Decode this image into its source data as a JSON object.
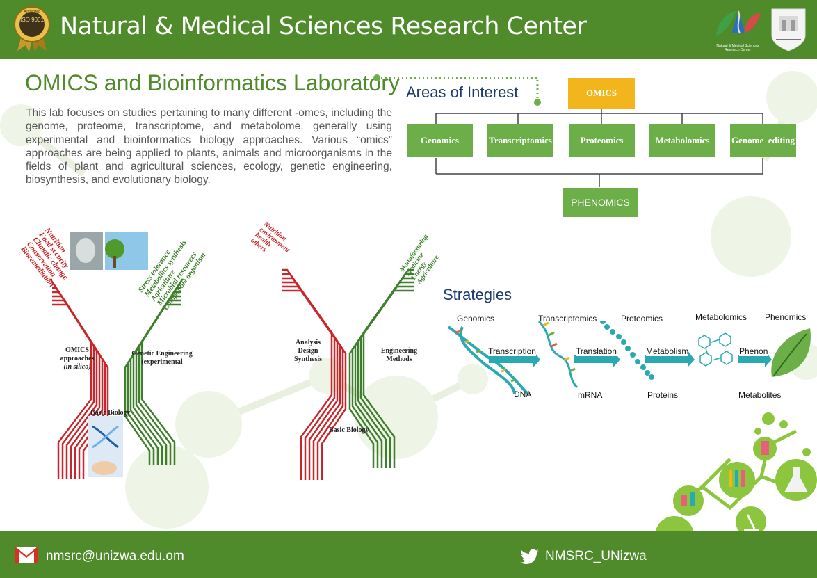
{
  "header": {
    "title": "Natural & Medical Sciences Research Center",
    "iso_badge": "ISO 9001",
    "iso_badge_arc": "Accredited",
    "center_logo_caption": "Natural & Medical Sciences Research Center"
  },
  "lab": {
    "title": "OMICS and Bioinformatics Laboratory",
    "description": "This lab focuses on studies pertaining to many different -omes, including the genome, proteome, transcriptome, and metabolome, generally using experimental and bioinformatics biology approaches. Various “omics” approaches are being applied to plants, animals and microorganisms in the fields of plant and agricultural sciences, ecology, genetic engineering, biosynthesis, and evolutionary biology."
  },
  "areas": {
    "title": "Areas of Interest",
    "root": "OMICS",
    "items": [
      "Genomics",
      "Transcriptomics",
      "Proteomics",
      "Metabolomics",
      "Genome  editing"
    ],
    "bottom": "PHENOMICS"
  },
  "diagram_left": {
    "red_labels": [
      "Nutrition",
      "Food security",
      "Climatic change",
      "Conservation",
      "Bioremediation"
    ],
    "green_labels": [
      "Stress tolerance",
      "Metabolites synthesis",
      "Agriculture",
      "Microbial resources",
      "Compatible organism"
    ],
    "left_arm": [
      "OMICS",
      "approaches",
      "(in silico)"
    ],
    "right_arm": [
      "Genetic Engineering",
      "(experimental"
    ],
    "base": "Basic Biology"
  },
  "diagram_right": {
    "red_labels": [
      "Nutrition",
      "environment",
      "health",
      "others"
    ],
    "green_labels": [
      "Manufacturing",
      "Medicine",
      "Energy",
      "Agriculture"
    ],
    "left_arm": [
      "Analysis",
      "Design",
      "Synthesis"
    ],
    "right_arm": [
      "Engineering",
      "Methods"
    ],
    "base": "Basic Biology"
  },
  "strategies": {
    "title": "Strategies",
    "top_labels": [
      "Genomics",
      "Transcriptomics",
      "Proteomics",
      "Metabolomics",
      "Phenomics"
    ],
    "arrows": [
      "Transcription",
      "Translation",
      "Metabolism",
      "Phenon"
    ],
    "bottom_labels": [
      "DNA",
      "mRNA",
      "Proteins",
      "Metabolites"
    ]
  },
  "footer": {
    "email": "nmsrc@unizwa.edu.om",
    "twitter": "NMSRC_UNizwa"
  },
  "colors": {
    "green": "#4f8a2b",
    "box_green": "#6cae47",
    "omics_yellow": "#f2b51b",
    "red": "#c8262a",
    "navy": "#1d3b6e",
    "teal_arrow": "#2aa9b3"
  }
}
